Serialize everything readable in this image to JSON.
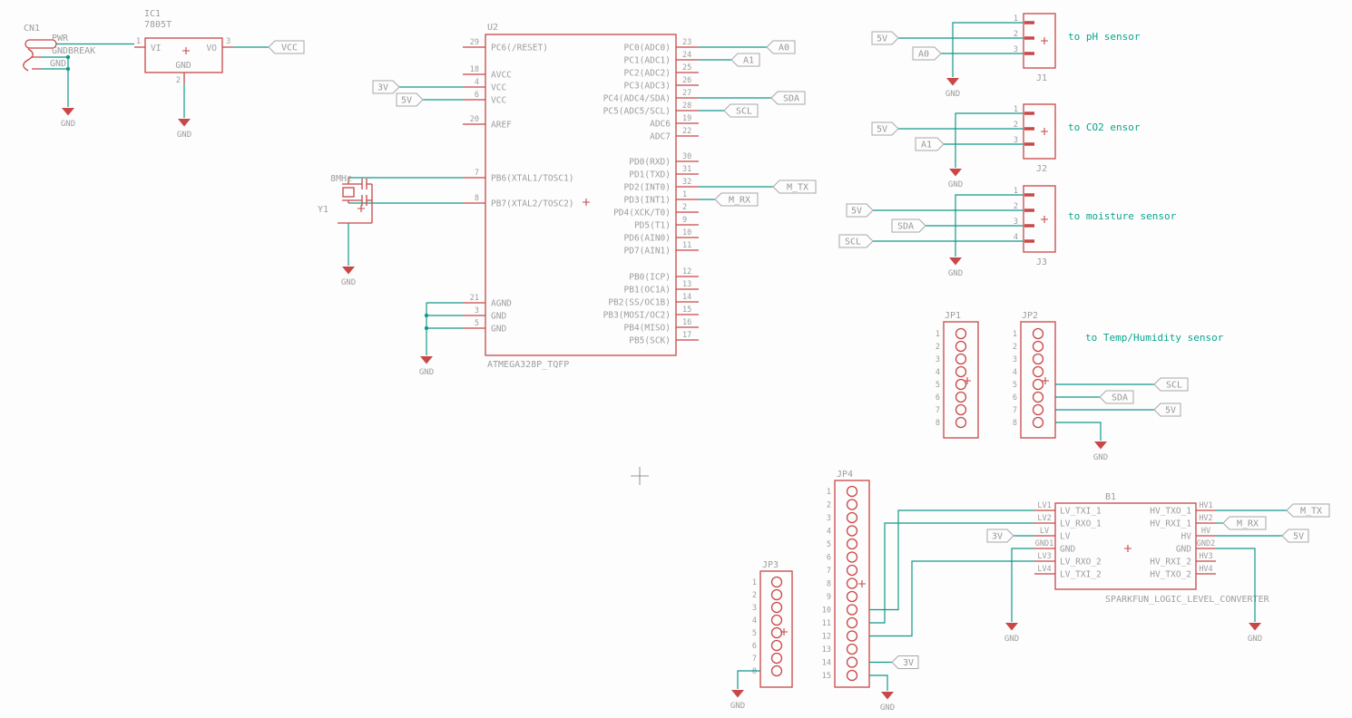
{
  "colors": {
    "component": "#c94747",
    "net": "#12998a",
    "text": "#9d9d9d",
    "note": "#0ba58e"
  },
  "nets": {
    "vcc": "VCC",
    "gnd": "GND",
    "v5": "5V",
    "v3": "3V",
    "a0": "A0",
    "a1": "A1",
    "sda": "SDA",
    "scl": "SCL",
    "mtx": "M_TX",
    "mrx": "M_RX"
  },
  "jack": {
    "ref": "CN1",
    "pin_pwr": "PWR",
    "pin_gndbreak": "GNDBREAK",
    "pin_gnd": "GND"
  },
  "regulator": {
    "ref": "IC1",
    "value": "7805T",
    "vi": "VI",
    "vo": "VO",
    "gnd": "GND",
    "n1": "1",
    "n2": "2",
    "n3": "3"
  },
  "crystal": {
    "ref": "Y1",
    "value": "8MHz"
  },
  "mcu": {
    "ref": "U2",
    "value": "ATMEGA328P_TQFP",
    "left_a": [
      {
        "num": "29",
        "name": "PC6(/RESET)"
      }
    ],
    "left_b": [
      {
        "num": "18",
        "name": "AVCC"
      },
      {
        "num": "4",
        "name": "VCC"
      },
      {
        "num": "6",
        "name": "VCC"
      }
    ],
    "left_c": [
      {
        "num": "20",
        "name": "AREF"
      }
    ],
    "left_d": [
      {
        "num": "7",
        "name": "PB6(XTAL1/TOSC1)"
      },
      {
        "num": "8",
        "name": "PB7(XTAL2/TOSC2)"
      }
    ],
    "left_e": [
      {
        "num": "21",
        "name": "AGND"
      },
      {
        "num": "3",
        "name": "GND"
      },
      {
        "num": "5",
        "name": "GND"
      }
    ],
    "right_a": [
      {
        "num": "23",
        "name": "PC0(ADC0)"
      },
      {
        "num": "24",
        "name": "PC1(ADC1)"
      },
      {
        "num": "25",
        "name": "PC2(ADC2)"
      },
      {
        "num": "26",
        "name": "PC3(ADC3)"
      },
      {
        "num": "27",
        "name": "PC4(ADC4/SDA)"
      },
      {
        "num": "28",
        "name": "PC5(ADC5/SCL)"
      },
      {
        "num": "19",
        "name": "ADC6"
      },
      {
        "num": "22",
        "name": "ADC7"
      }
    ],
    "right_b": [
      {
        "num": "30",
        "name": "PD0(RXD)"
      },
      {
        "num": "31",
        "name": "PD1(TXD)"
      },
      {
        "num": "32",
        "name": "PD2(INT0)"
      },
      {
        "num": "1",
        "name": "PD3(INT1)"
      },
      {
        "num": "2",
        "name": "PD4(XCK/T0)"
      },
      {
        "num": "9",
        "name": "PD5(T1)"
      },
      {
        "num": "10",
        "name": "PD6(AIN0)"
      },
      {
        "num": "11",
        "name": "PD7(AIN1)"
      }
    ],
    "right_c": [
      {
        "num": "12",
        "name": "PB0(ICP)"
      },
      {
        "num": "13",
        "name": "PB1(OC1A)"
      },
      {
        "num": "14",
        "name": "PB2(SS/OC1B)"
      },
      {
        "num": "15",
        "name": "PB3(MOSI/OC2)"
      },
      {
        "num": "16",
        "name": "PB4(MISO)"
      },
      {
        "num": "17",
        "name": "PB5(SCK)"
      }
    ]
  },
  "j1": {
    "ref": "J1",
    "note": "to pH sensor",
    "nums": [
      "1",
      "2",
      "3"
    ]
  },
  "j2": {
    "ref": "J2",
    "note": "to CO2 ensor",
    "nums": [
      "1",
      "2",
      "3"
    ]
  },
  "j3": {
    "ref": "J3",
    "note": "to moisture sensor",
    "nums": [
      "1",
      "2",
      "3",
      "4"
    ]
  },
  "jp1": {
    "ref": "JP1",
    "nums": [
      "1",
      "2",
      "3",
      "4",
      "5",
      "6",
      "7",
      "8"
    ]
  },
  "jp2": {
    "ref": "JP2",
    "note": "to Temp/Humidity sensor",
    "nums": [
      "1",
      "2",
      "3",
      "4",
      "5",
      "6",
      "7",
      "8"
    ]
  },
  "jp3": {
    "ref": "JP3",
    "nums": [
      "1",
      "2",
      "3",
      "4",
      "5",
      "6",
      "7",
      "8"
    ]
  },
  "jp4": {
    "ref": "JP4",
    "nums": [
      "1",
      "2",
      "3",
      "4",
      "5",
      "6",
      "7",
      "8",
      "9",
      "10",
      "11",
      "12",
      "13",
      "14",
      "15"
    ]
  },
  "converter": {
    "ref": "B1",
    "value": "SPARKFUN_LOGIC_LEVEL_CONVERTER",
    "left": [
      {
        "pad": "LV1",
        "name": "LV_TXI_1"
      },
      {
        "pad": "LV2",
        "name": "LV_RXO_1"
      },
      {
        "pad": "LV",
        "name": "LV"
      },
      {
        "pad": "GND1",
        "name": "GND"
      },
      {
        "pad": "LV3",
        "name": "LV_RXO_2"
      },
      {
        "pad": "LV4",
        "name": "LV_TXI_2"
      }
    ],
    "right": [
      {
        "pad": "HV1",
        "name": "HV_TXO_1"
      },
      {
        "pad": "HV2",
        "name": "HV_RXI_1"
      },
      {
        "pad": "HV",
        "name": "HV"
      },
      {
        "pad": "GND2",
        "name": "GND"
      },
      {
        "pad": "HV3",
        "name": "HV_RXI_2"
      },
      {
        "pad": "HV4",
        "name": "HV_TXO_2"
      }
    ]
  }
}
